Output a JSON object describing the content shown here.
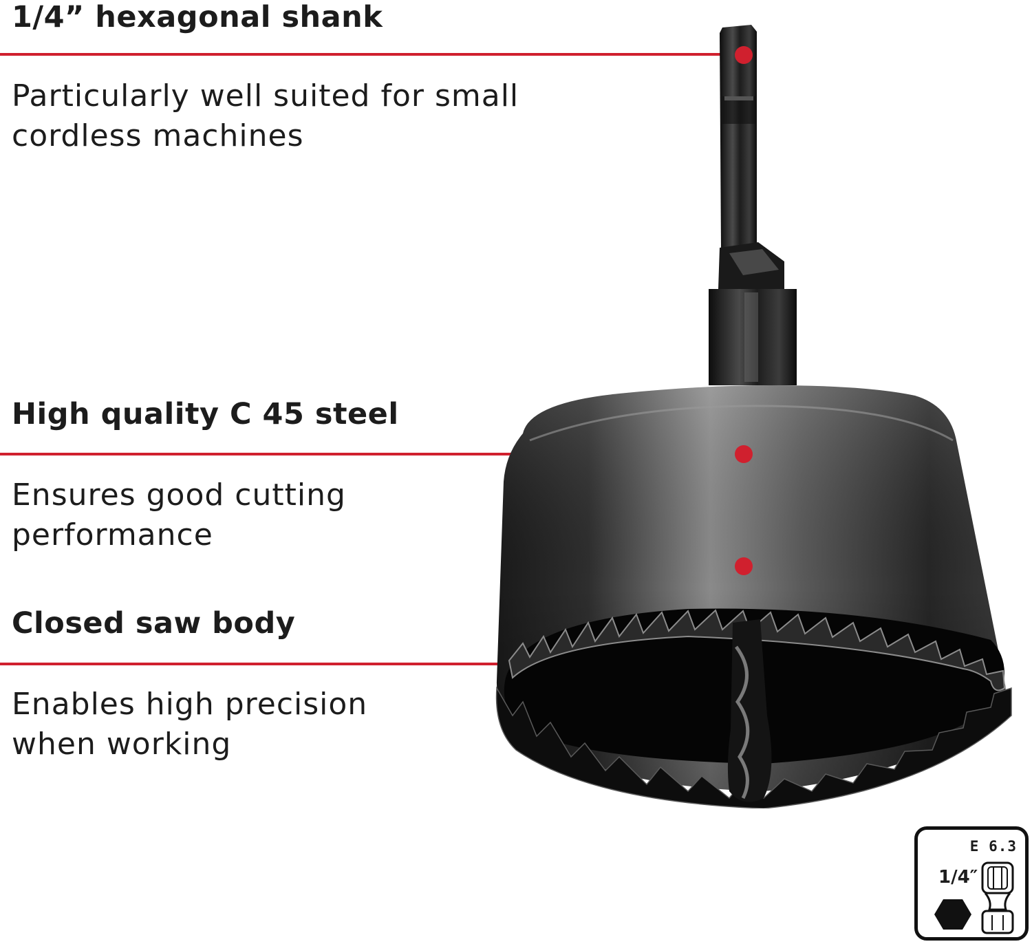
{
  "features": [
    {
      "heading": "1/4” hexagonal shank",
      "description_lines": [
        "Particularly well suited for small",
        "cordless machines"
      ]
    },
    {
      "heading": "High quality C 45 steel",
      "description_lines": [
        "Ensures good cutting",
        "performance"
      ]
    },
    {
      "heading": "Closed saw body",
      "description_lines": [
        "Enables high precision",
        "when working"
      ]
    }
  ],
  "spec_badge": {
    "code": "E 6.3",
    "size": "1/4″",
    "icons": [
      "hexagon-icon",
      "hex-shank-icon"
    ]
  },
  "colors": {
    "accent": "#d0202e",
    "text": "#1c1c1c",
    "tool": "#151515"
  }
}
